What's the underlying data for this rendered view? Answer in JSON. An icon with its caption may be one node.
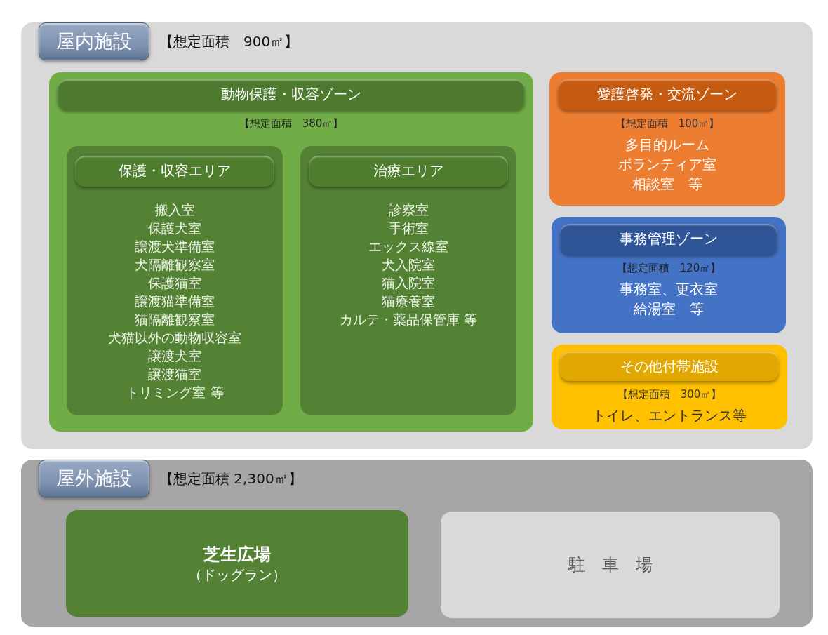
{
  "diagram": {
    "nodes": [
      {
        "text": [
          "屋内施設",
          "【想定面積　900㎡】"
        ]
      },
      {
        "text": [
          "動物保護・収容ゾーン",
          "【想定面積　380㎡】"
        ],
        "in": 0
      },
      {
        "text": [
          "保護・収容エリア",
          "搬入室",
          "保護犬室",
          "譲渡犬準備室",
          "犬隔離観察室",
          "保護猫室",
          "譲渡猫準備室",
          "猫隔離観察室",
          "犬猫以外の動物収容室",
          "譲渡犬室",
          "譲渡猫室",
          "トリミング室 等"
        ],
        "in": 1
      },
      {
        "text": [
          "治療エリア",
          "診察室",
          "手術室",
          "エックス線室",
          "犬入院室",
          "猫入院室",
          "猫療養室",
          "カルテ・薬品保管庫 等"
        ],
        "in": 1
      },
      {
        "text": [
          "愛護啓発・交流ゾーン",
          "【想定面積　100㎡】",
          "多目的ルーム",
          "ボランティア室",
          "相談室　等"
        ],
        "in": 0
      },
      {
        "text": [
          "事務管理ゾーン",
          "【想定面積　120㎡】",
          "事務室、更衣室",
          "給湯室　等"
        ],
        "in": 0
      },
      {
        "text": [
          "その他付帯施設",
          "【想定面積　300㎡】",
          "トイレ、エントランス等"
        ],
        "in": 0
      },
      {
        "text": [
          "屋外施設",
          "【想定面積 2,300㎡】"
        ]
      },
      {
        "text": [
          "芝生広場",
          "（ドッグラン）"
        ],
        "in": 7
      },
      {
        "text": [
          "駐　車　場"
        ],
        "in": 7
      }
    ]
  }
}
